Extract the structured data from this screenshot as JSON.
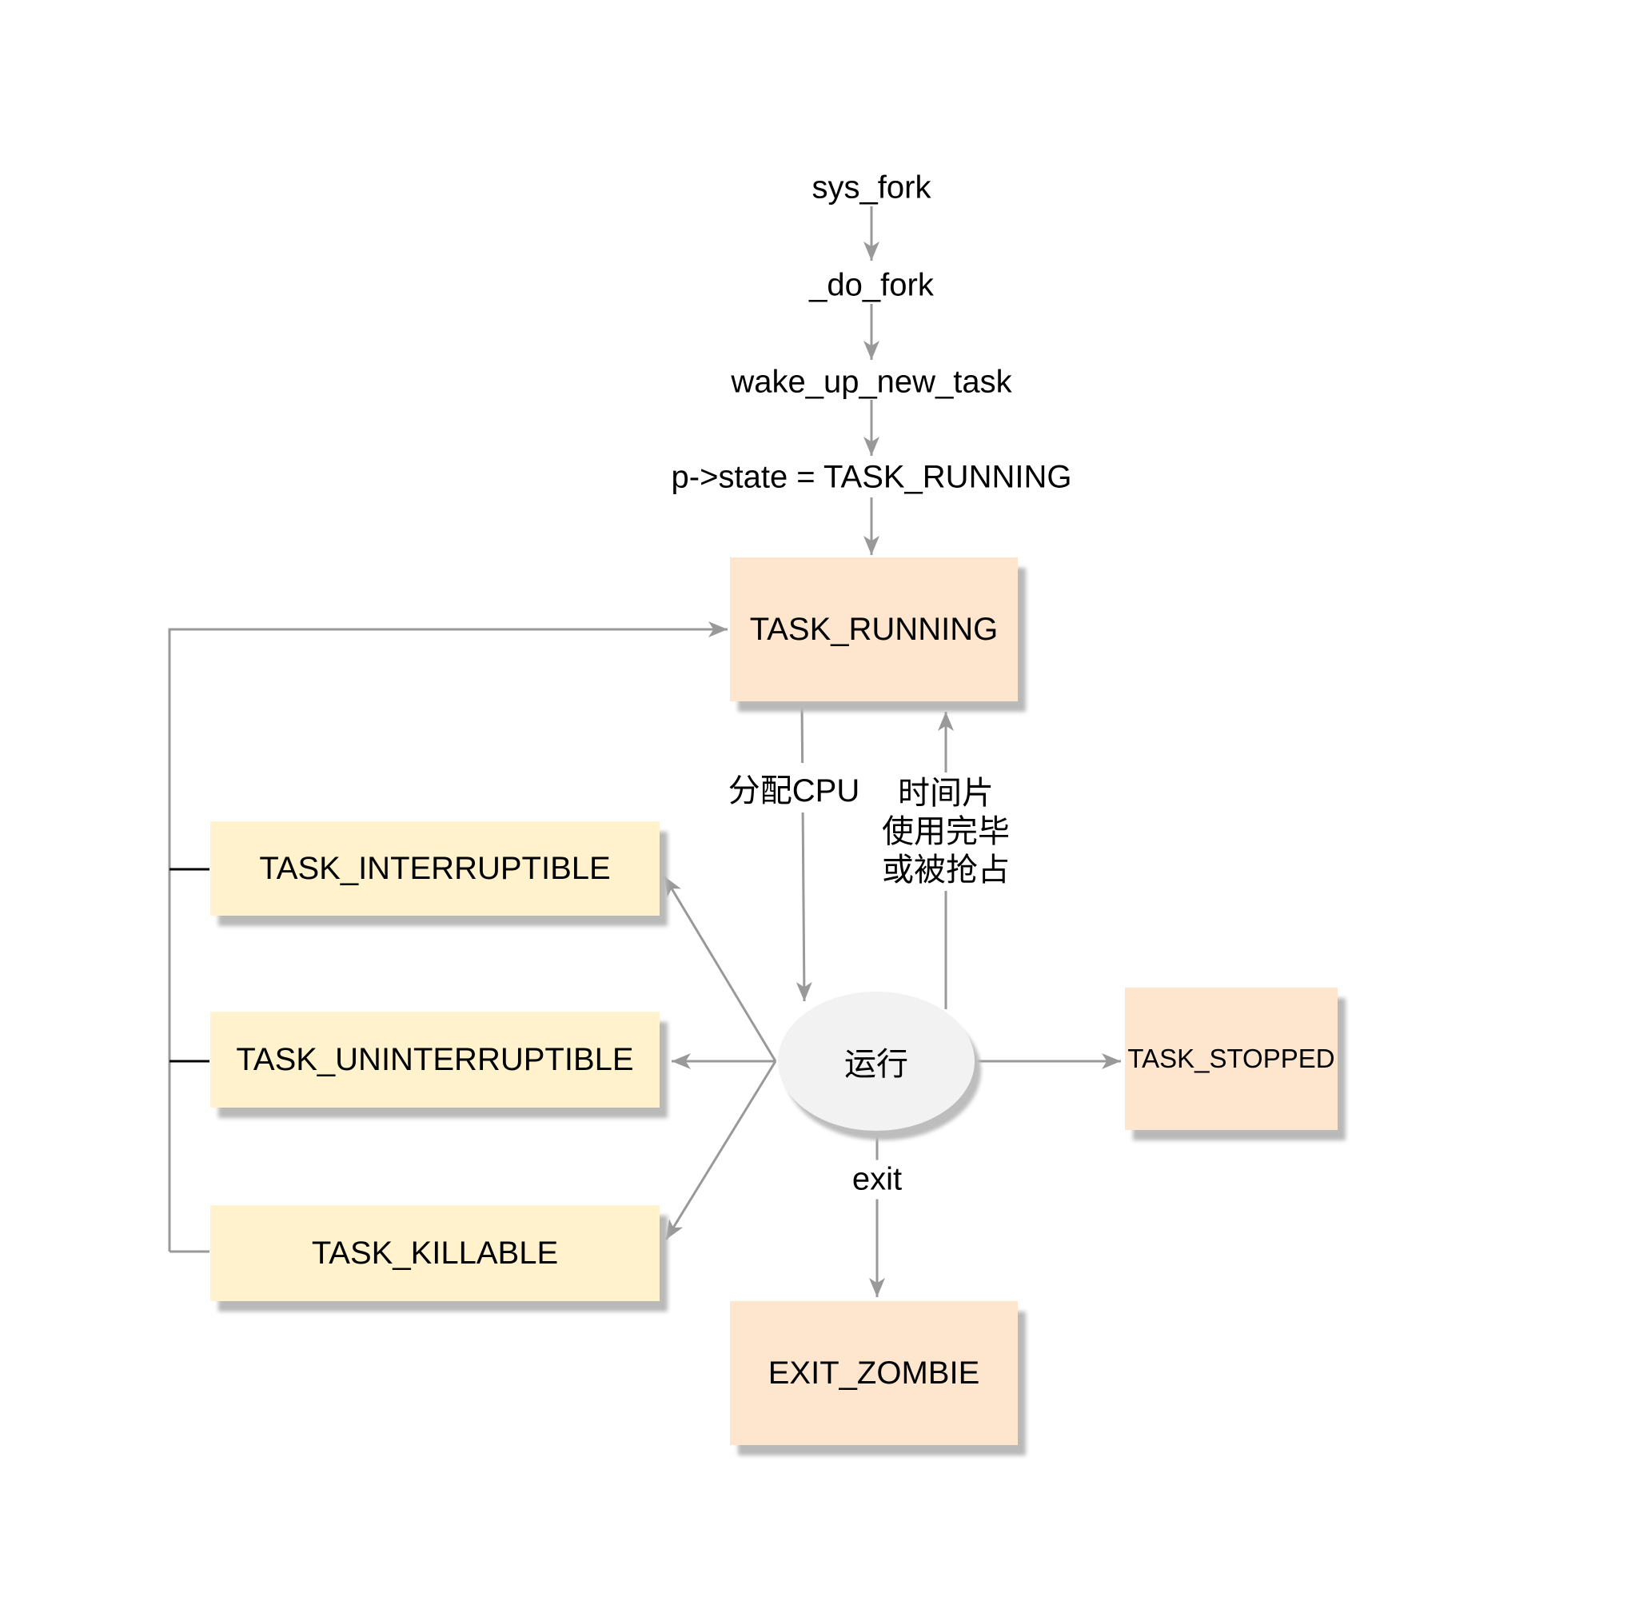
{
  "diagram": {
    "title_hint": "Linux task state transition diagram",
    "flow": {
      "sys_fork": "sys_fork",
      "do_fork": "_do_fork",
      "wake_up_new_task": "wake_up_new_task",
      "set_state": "p->state = TASK_RUNNING"
    },
    "nodes": {
      "task_running": "TASK_RUNNING",
      "task_interruptible": "TASK_INTERRUPTIBLE",
      "task_uninterruptible": "TASK_UNINTERRUPTIBLE",
      "task_killable": "TASK_KILLABLE",
      "task_stopped": "TASK_STOPPED",
      "exit_zombie": "EXIT_ZOMBIE",
      "running": "运行"
    },
    "edges": {
      "allocate_cpu": "分配CPU",
      "timeslice": {
        "line1": "时间片",
        "line2": "使用完毕",
        "line3": "或被抢占"
      },
      "exit": "exit"
    },
    "colors": {
      "state_box_fill": "#fde5ce",
      "wait_box_fill": "#fff2cc",
      "ellipse_fill": "#f2f2f2",
      "arrow_gray": "#999999",
      "black_connector": "#000000",
      "shadow_gray": "#b9b9b9",
      "text": "#000000",
      "background": "#ffffff"
    }
  }
}
